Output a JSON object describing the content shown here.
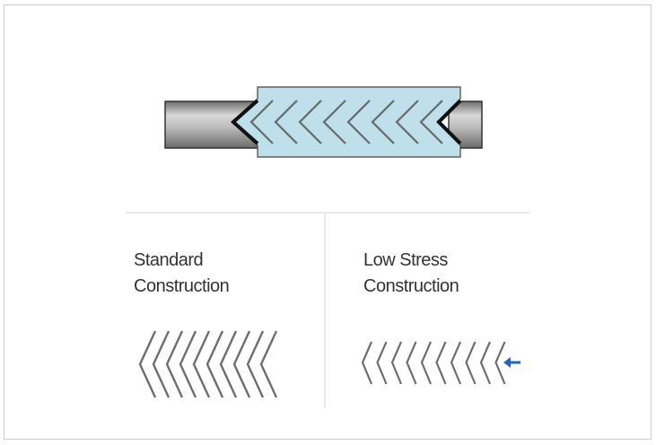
{
  "left_panel": {
    "title_line1": "Standard",
    "title_line2": "Construction"
  },
  "right_panel": {
    "title_line1": "Low Stress",
    "title_line2": "Construction"
  },
  "colors": {
    "sleeve": "#bfe0ea",
    "pipe": "#9a9a9a",
    "chevron": "#555555",
    "arrow": "#2a64b8",
    "divider": "#e4e4e4"
  },
  "chevron_counts": {
    "sleeve": 8,
    "standard": 10,
    "low_stress": 10
  }
}
